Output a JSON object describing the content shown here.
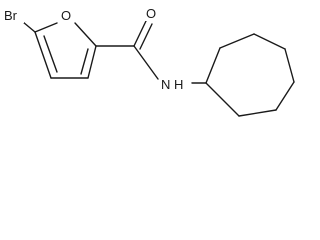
{
  "atoms": {
    "bromine": "Br",
    "furan_oxygen": "O",
    "carbonyl_oxygen": "O",
    "amide_nitrogen": "N",
    "amide_hydrogen": "H"
  },
  "colors": {
    "bond": "#1a1a1a",
    "label": "#1a1a1a",
    "background": "#ffffff"
  }
}
